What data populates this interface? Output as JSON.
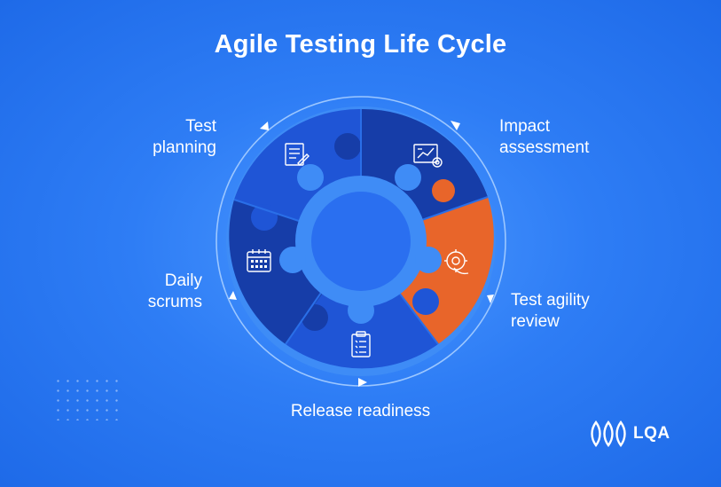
{
  "title": "Agile Testing Life Cycle",
  "stages": {
    "test_planning": [
      "Test",
      "planning"
    ],
    "impact_assessment": [
      "Impact",
      "assessment"
    ],
    "test_agility_review": [
      "Test agility",
      "review"
    ],
    "release_readiness": [
      "Release readiness"
    ],
    "daily_scrums": [
      "Daily",
      "scrums"
    ]
  },
  "logo": {
    "text": "LQA"
  },
  "colors": {
    "background": "#2e7df5",
    "ring": "#3d8df7",
    "piece_blue": "#1d4fd1",
    "piece_navy": "#15379a",
    "piece_orange": "#e8652a",
    "hub": "#2b73ef"
  },
  "icons": [
    "document-edit-icon",
    "analytics-chart-icon",
    "gear-hand-icon",
    "checklist-clipboard-icon",
    "calendar-icon"
  ]
}
